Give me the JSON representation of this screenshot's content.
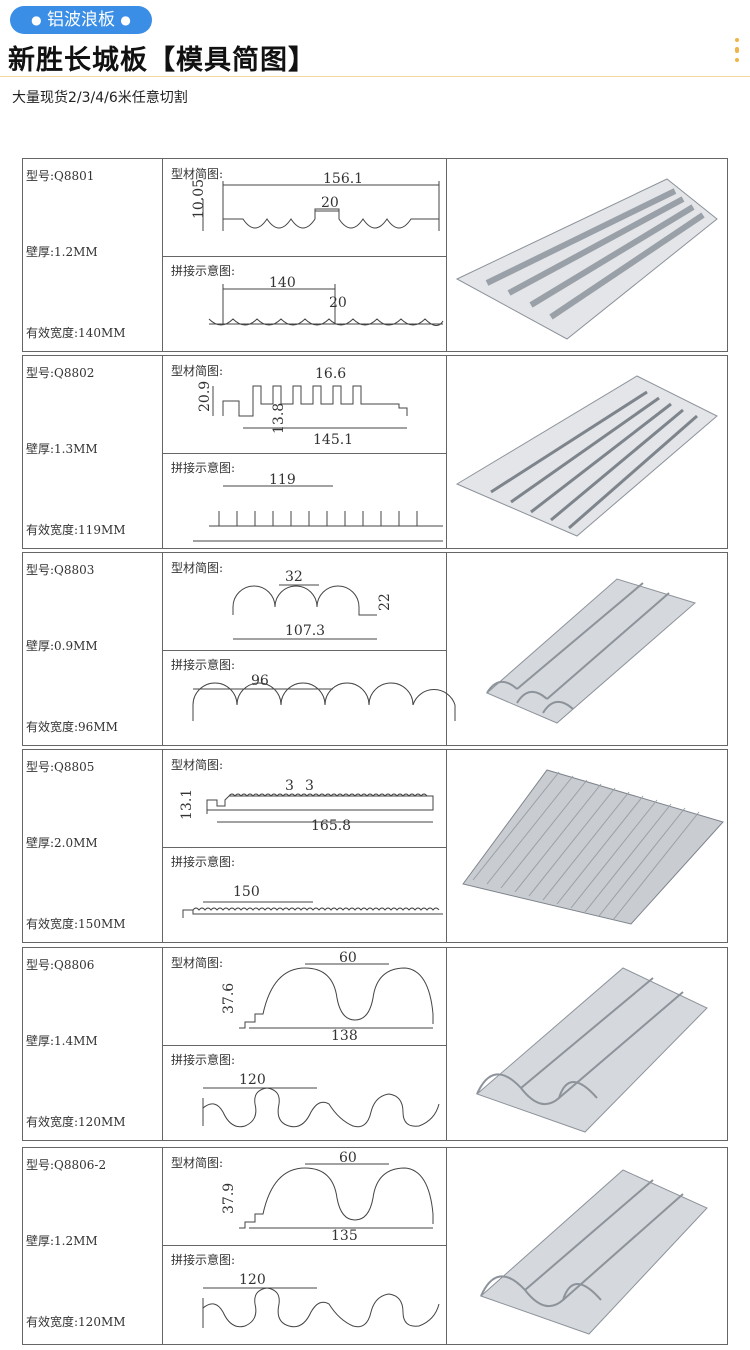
{
  "header": {
    "pill_label": "铝波浪板",
    "title": "新胜长城板【模具简图】",
    "subtitle": "大量现货2/3/4/6米任意切割"
  },
  "labels": {
    "profile_diagram": "型材简图:",
    "joint_diagram": "拼接示意图:"
  },
  "products": [
    {
      "model": "型号:Q8801",
      "thickness": "壁厚:1.2MM",
      "effective_width": "有效宽度:140MM",
      "profile_dims": [
        "156.1",
        "10.05",
        "20"
      ],
      "joint_dims": [
        "140",
        "20"
      ]
    },
    {
      "model": "型号:Q8802",
      "thickness": "壁厚:1.3MM",
      "effective_width": "有效宽度:119MM",
      "profile_dims": [
        "16.6",
        "20.9",
        "13.8",
        "145.1"
      ],
      "joint_dims": [
        "119"
      ]
    },
    {
      "model": "型号:Q8803",
      "thickness": "壁厚:0.9MM",
      "effective_width": "有效宽度:96MM",
      "profile_dims": [
        "32",
        "22",
        "107.3"
      ],
      "joint_dims": [
        "96"
      ]
    },
    {
      "model": "型号:Q8805",
      "thickness": "壁厚:2.0MM",
      "effective_width": "有效宽度:150MM",
      "profile_dims": [
        "3",
        "3",
        "13.1",
        "165.8"
      ],
      "joint_dims": [
        "150"
      ]
    },
    {
      "model": "型号:Q8806",
      "thickness": "壁厚:1.4MM",
      "effective_width": "有效宽度:120MM",
      "profile_dims": [
        "60",
        "37.6",
        "138"
      ],
      "joint_dims": [
        "120"
      ]
    },
    {
      "model": "型号:Q8806-2",
      "thickness": "壁厚:1.2MM",
      "effective_width": "有效宽度:120MM",
      "profile_dims": [
        "60",
        "37.9",
        "135"
      ],
      "joint_dims": [
        "120"
      ]
    }
  ],
  "colors": {
    "accent": "#3a8ee6",
    "divider": "#f6d89a",
    "metal_light": "#e3e5e8",
    "metal_dark": "#8d939b"
  }
}
